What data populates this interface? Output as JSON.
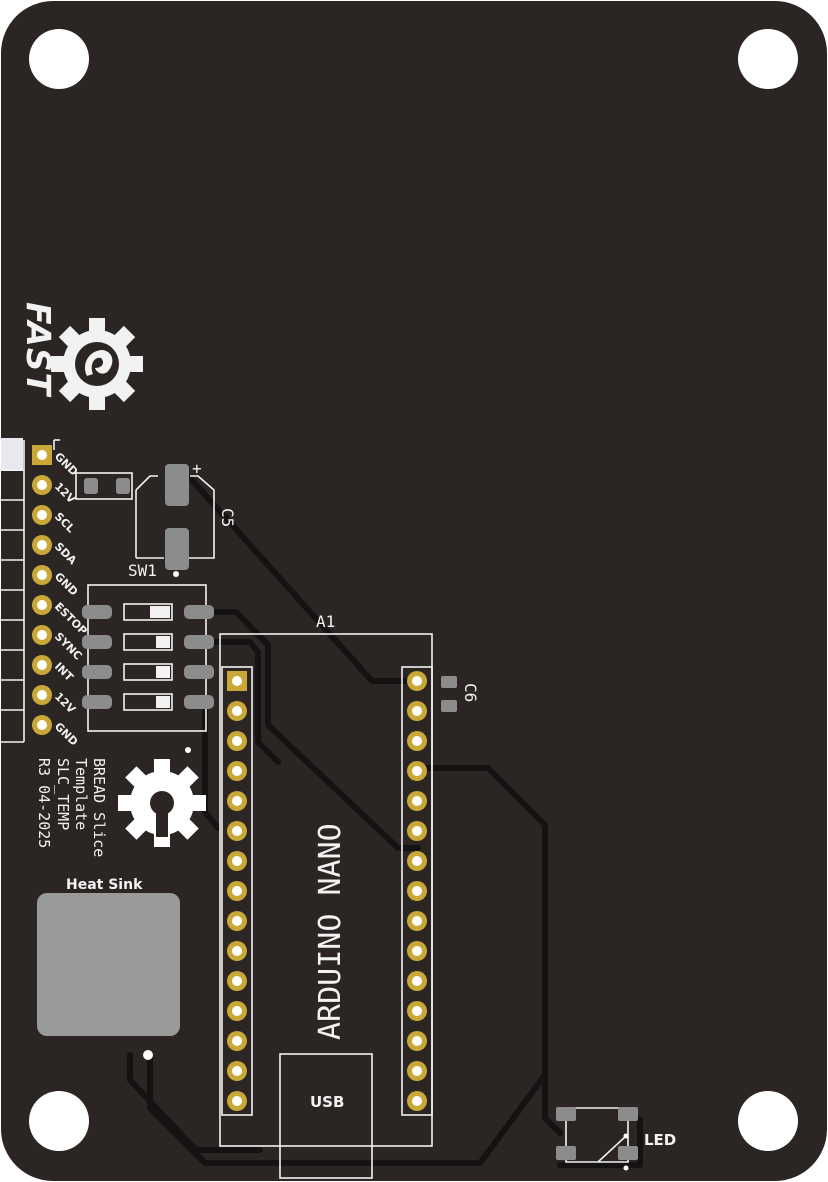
{
  "board": {
    "color": "#2b2624",
    "trace_color": "#141212",
    "silk_color": "#f2f2f2",
    "copper_color": "#c9a838",
    "pad_color": "#8c8c8c",
    "heatsink_color": "#9a9a9a"
  },
  "logo": {
    "text": "FAST"
  },
  "board_text": {
    "lines": [
      "BREAD Slice",
      "Template",
      "SLC_TEMP",
      "R3 04-2025"
    ]
  },
  "connector": {
    "pins": [
      "GND",
      "12V",
      "SCL",
      "SDA",
      "GND",
      "ESTOP",
      "SYNC",
      "INT",
      "12V",
      "GND"
    ]
  },
  "components": {
    "c5": "C5",
    "c5_polarity": "+",
    "c6": "C6",
    "sw1": "SW1",
    "a1": "A1",
    "arduino": "ARDUINO NANO",
    "usb": "USB",
    "heatsink": "Heat Sink",
    "led": "LED"
  }
}
